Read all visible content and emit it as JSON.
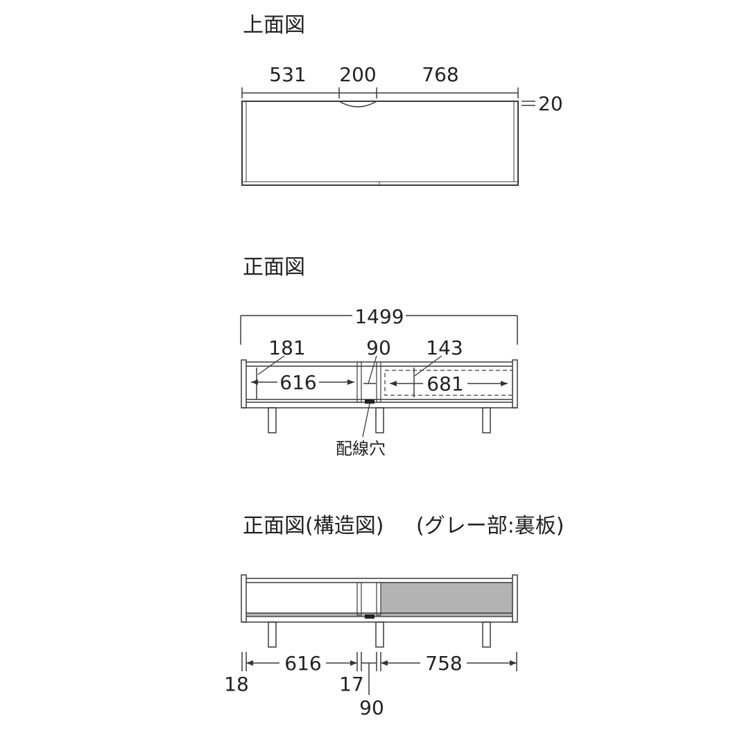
{
  "top_view": {
    "title": "上面図",
    "dims": {
      "left": "531",
      "center": "200",
      "right": "768",
      "thickness": "20"
    }
  },
  "front_view": {
    "title": "正面図",
    "dims": {
      "width": "1499",
      "left_height": "181",
      "divider": "90",
      "right_height": "143",
      "left_inner": "616",
      "right_inner": "681"
    },
    "wiring_label": "配線穴"
  },
  "structure_view": {
    "title": "正面図(構造図)",
    "note": "(グレー部:裏板)",
    "dims": {
      "left_inner": "616",
      "right_inner": "758",
      "left_wall": "18",
      "mid_wall": "17",
      "divider": "90"
    }
  },
  "colors": {
    "line": "#3a3a3a",
    "back_panel": "#b3b3b3"
  }
}
